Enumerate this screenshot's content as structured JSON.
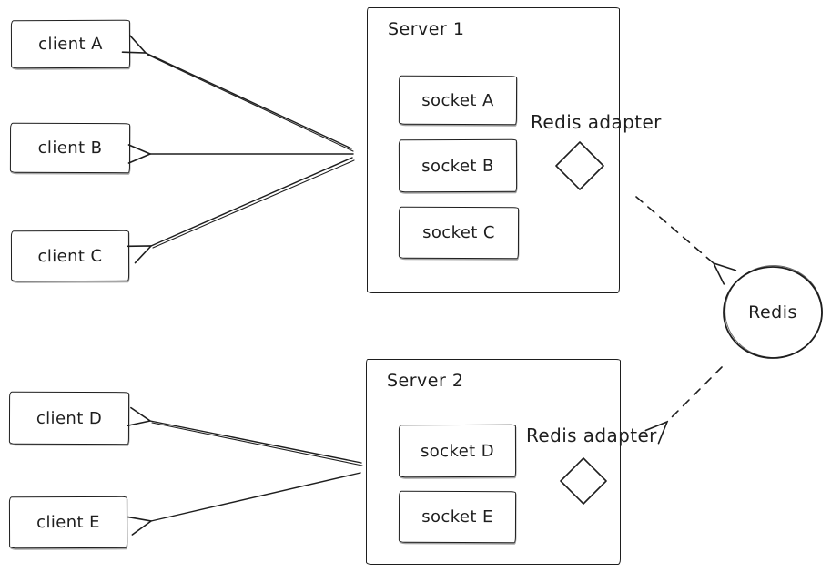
{
  "diagram": {
    "clients": [
      {
        "id": "client-a",
        "label": "client A"
      },
      {
        "id": "client-b",
        "label": "client B"
      },
      {
        "id": "client-c",
        "label": "client C"
      },
      {
        "id": "client-d",
        "label": "client D"
      },
      {
        "id": "client-e",
        "label": "client E"
      }
    ],
    "servers": [
      {
        "id": "server-1",
        "label": "Server 1",
        "sockets": [
          {
            "label": "socket A"
          },
          {
            "label": "socket B"
          },
          {
            "label": "socket C"
          }
        ],
        "adapter_label": "Redis adapter"
      },
      {
        "id": "server-2",
        "label": "Server 2",
        "sockets": [
          {
            "label": "socket D"
          },
          {
            "label": "socket E"
          }
        ],
        "adapter_label": "Redis adapter"
      }
    ],
    "redis": {
      "label": "Redis"
    },
    "edges": [
      {
        "from": "server-1",
        "to": "client-a",
        "style": "solid"
      },
      {
        "from": "server-1",
        "to": "client-b",
        "style": "solid"
      },
      {
        "from": "server-1",
        "to": "client-c",
        "style": "solid"
      },
      {
        "from": "server-2",
        "to": "client-d",
        "style": "solid"
      },
      {
        "from": "server-2",
        "to": "client-e",
        "style": "solid"
      },
      {
        "from": "server-1-redis-adapter",
        "to": "redis",
        "style": "dashed"
      },
      {
        "from": "redis",
        "to": "server-2-redis-adapter",
        "style": "dashed"
      }
    ],
    "colors": {
      "stroke": "#1e1e1e",
      "background": "#ffffff"
    }
  }
}
